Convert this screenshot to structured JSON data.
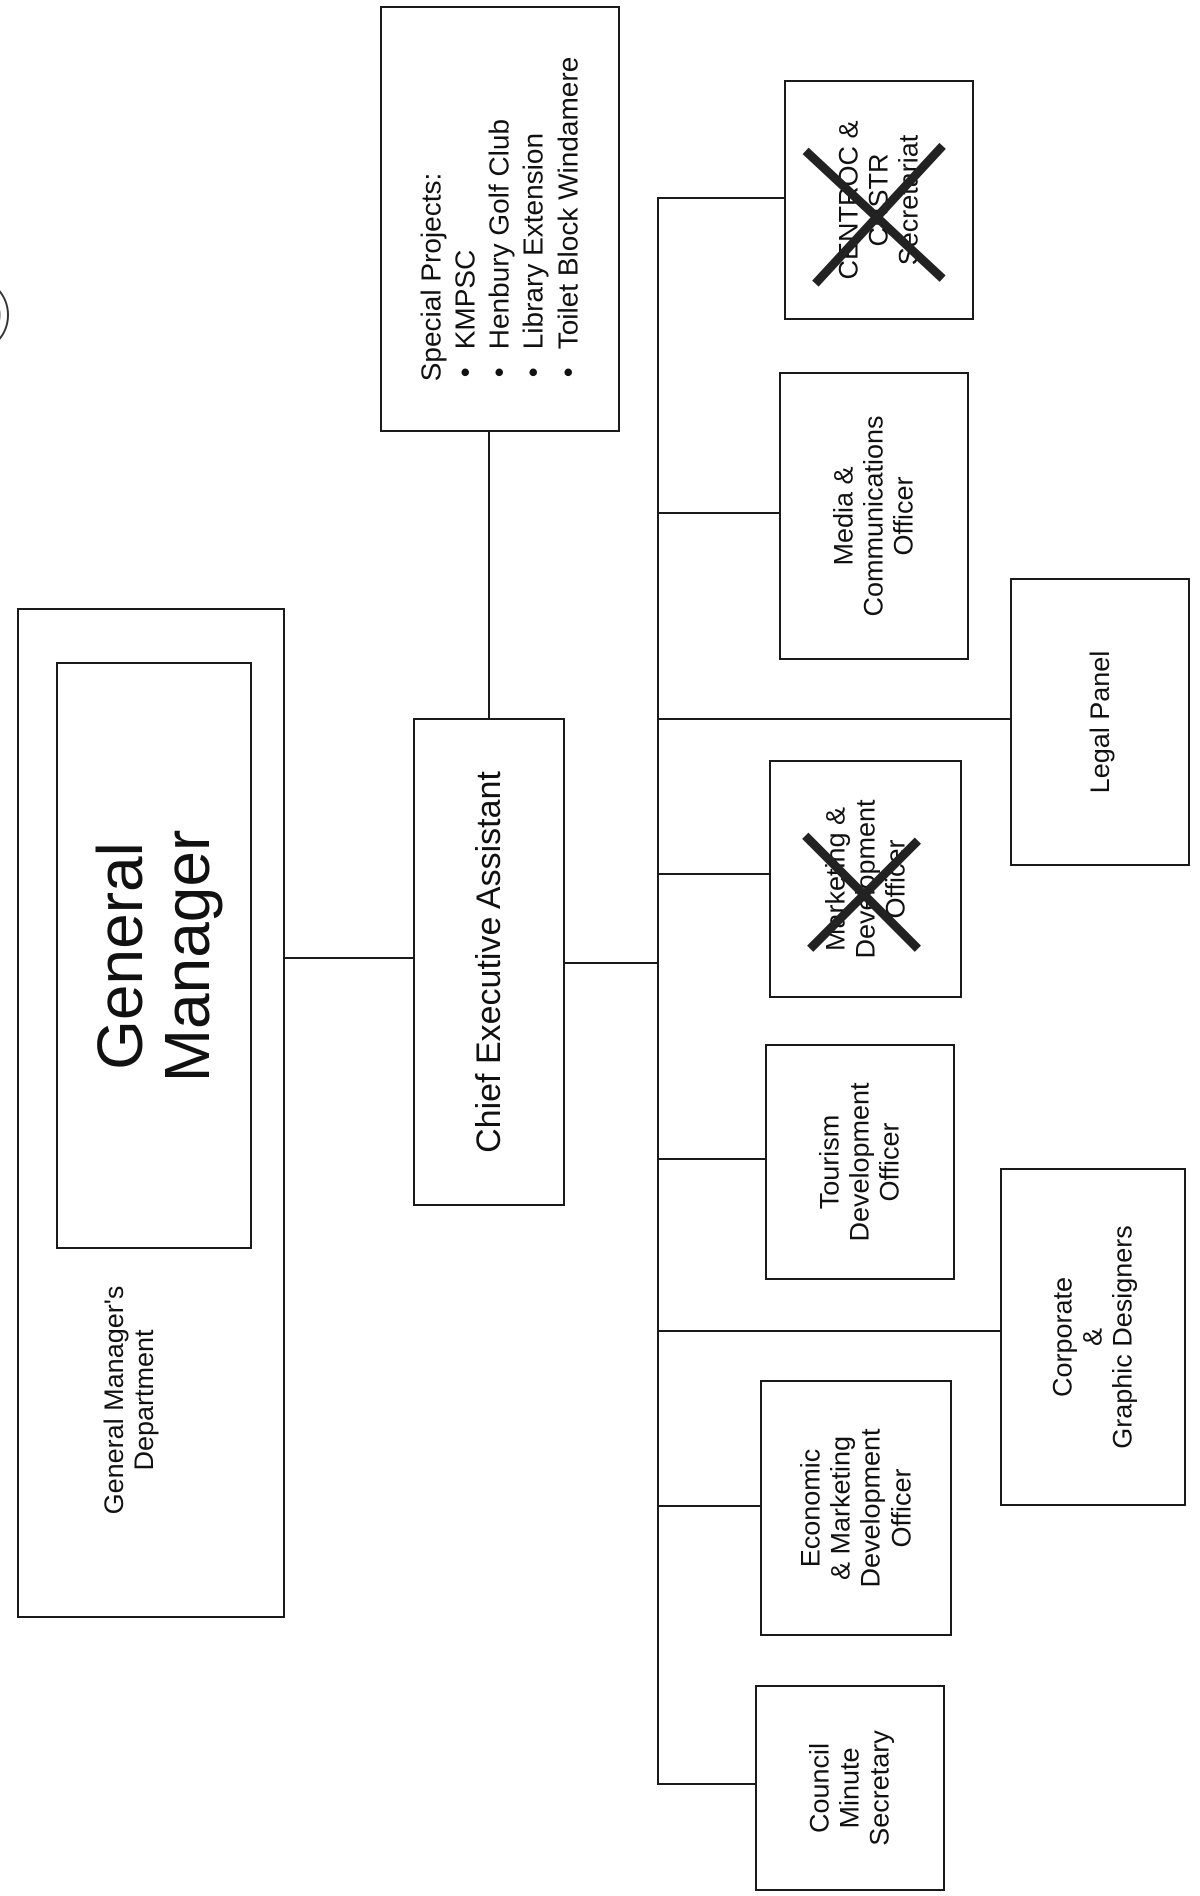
{
  "department": {
    "label": "General Manager's\nDepartment"
  },
  "general_manager": {
    "label": "General\nManager"
  },
  "chief_exec": {
    "label": "Chief Executive Assistant"
  },
  "special_projects": {
    "heading": "Special Projects:",
    "items": [
      "KMPSC",
      "Henbury Golf Club",
      "Library Extension",
      "Toilet Block Windamere"
    ]
  },
  "roles": {
    "centroc": {
      "label": "CENTROC &\nCNSTR\nSecretariat",
      "crossed_out": true
    },
    "media": {
      "label": "Media &\nCommunications\nOfficer"
    },
    "legal": {
      "label": "Legal Panel"
    },
    "marketing_dev": {
      "label": "Marketing &\nDevelopment\nOfficer",
      "crossed_out": true
    },
    "tourism": {
      "label": "Tourism\nDevelopment\nOfficer"
    },
    "corporate": {
      "label": "Corporate\n&\nGraphic Designers"
    },
    "economic": {
      "label": "Economic\n& Marketing\nDevelopment\nOfficer"
    },
    "council": {
      "label": "Council\nMinute\nSecretary"
    }
  },
  "colors": {
    "ink": "#1a1a1a",
    "cross": "#222222"
  }
}
